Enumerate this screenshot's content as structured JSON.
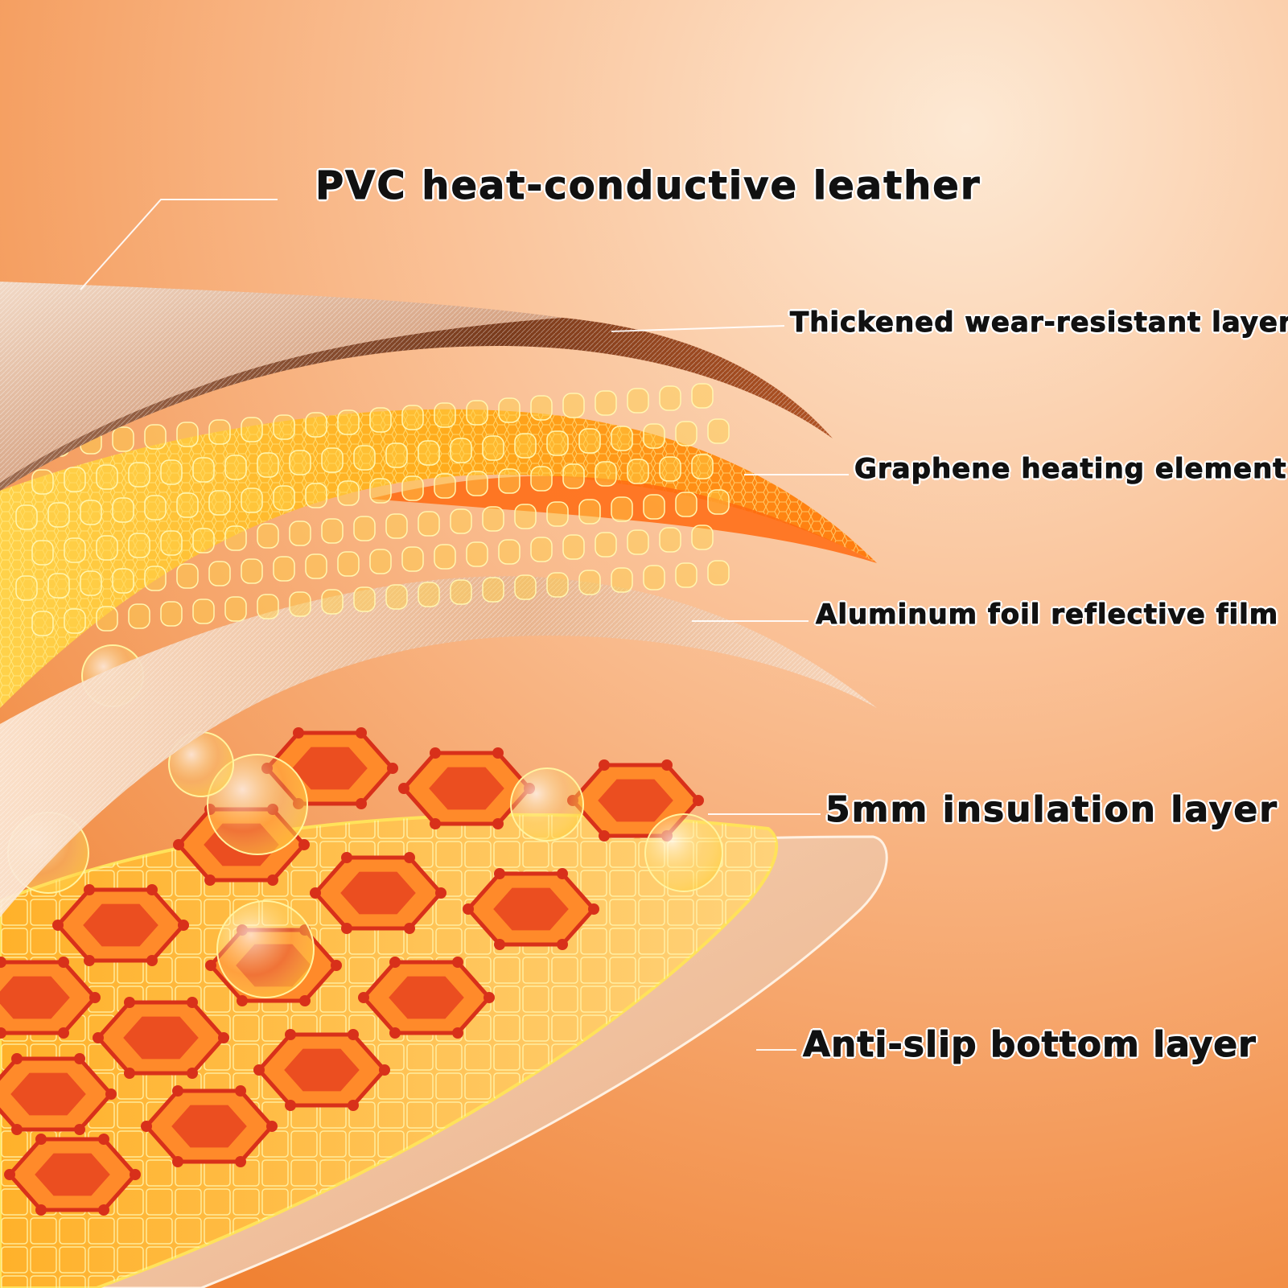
{
  "layers": [
    {
      "id": "pvc",
      "label": "PVC heat-conductive leather"
    },
    {
      "id": "wear",
      "label": "Thickened wear-resistant layer"
    },
    {
      "id": "graph",
      "label": "Graphene heating element"
    },
    {
      "id": "alu",
      "label": "Aluminum foil reflective film"
    },
    {
      "id": "ins",
      "label": "5mm insulation layer"
    },
    {
      "id": "anti",
      "label": "Anti-slip bottom layer"
    }
  ],
  "colors": {
    "background_light": "#fde7cf",
    "background_dark": "#f28a3a",
    "leather_top": "#e7c2a4",
    "graphene": "#ffb020",
    "heating_chip": "#d8301a",
    "foil": "#f6c9a2",
    "insulation": "#ffcf3a",
    "bottom": "#f5c7a1"
  }
}
